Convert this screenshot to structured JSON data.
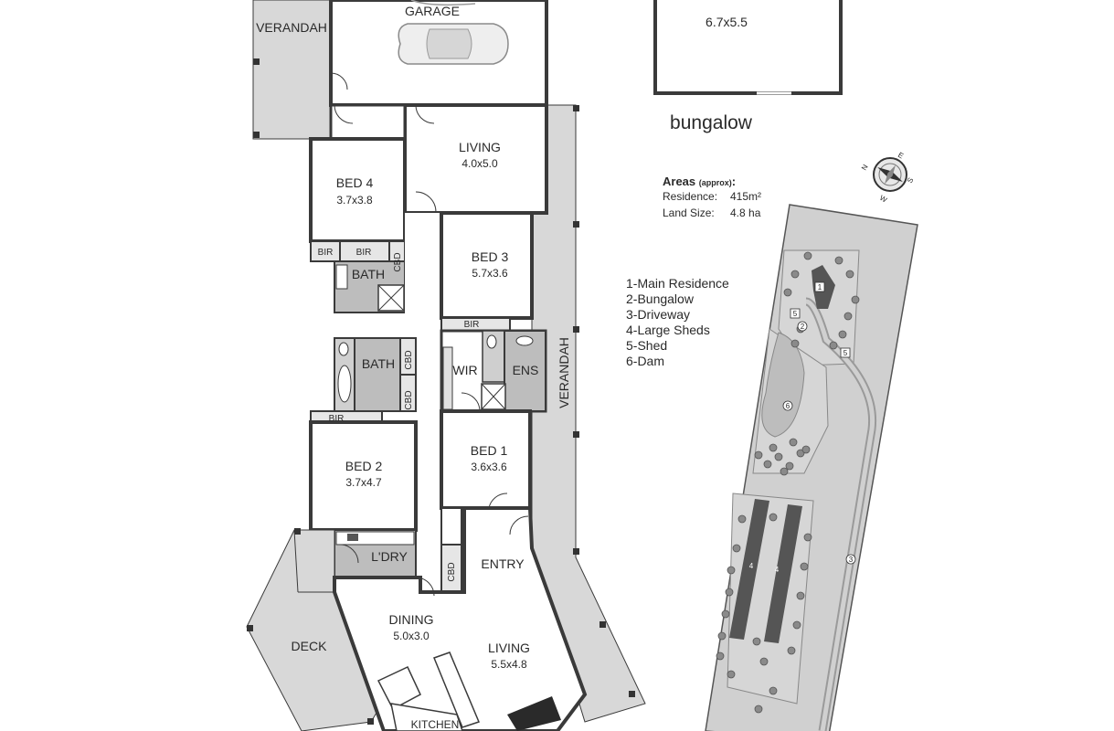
{
  "rooms": {
    "garage": "GARAGE",
    "verandah_top": "VERANDAH",
    "living_top": "LIVING",
    "living_top_dim": "4.0x5.0",
    "bed4": "BED 4",
    "bed4_dim": "3.7x3.8",
    "bir": "BIR",
    "cbd": "CBD",
    "bath": "BATH",
    "bed3": "BED 3",
    "bed3_dim": "5.7x3.6",
    "wir": "WIR",
    "ens": "ENS",
    "verandah_right": "VERANDAH",
    "bed2": "BED 2",
    "bed2_dim": "3.7x4.7",
    "bed1": "BED 1",
    "bed1_dim": "3.6x3.6",
    "ldry": "L'DRY",
    "entry": "ENTRY",
    "deck": "DECK",
    "dining": "DINING",
    "dining_dim": "5.0x3.0",
    "living_bottom": "LIVING",
    "living_bottom_dim": "5.5x4.8",
    "kitchen": "KITCHEN"
  },
  "bungalow": {
    "dim": "6.7x5.5",
    "label": "bungalow"
  },
  "areas": {
    "title": "Areas",
    "title_note": "(approx)",
    "residence_label": "Residence:",
    "residence_value": "415m²",
    "land_label": "Land Size:",
    "land_value": "4.8 ha"
  },
  "legend": [
    "1-Main Residence",
    "2-Bungalow",
    "3-Driveway",
    "4-Large Sheds",
    "5-Shed",
    "6-Dam"
  ],
  "site_markers": [
    "1",
    "2",
    "3",
    "4",
    "4",
    "5",
    "5",
    "6"
  ],
  "compass": {
    "n": "N",
    "e": "E",
    "s": "S",
    "w": "W"
  }
}
